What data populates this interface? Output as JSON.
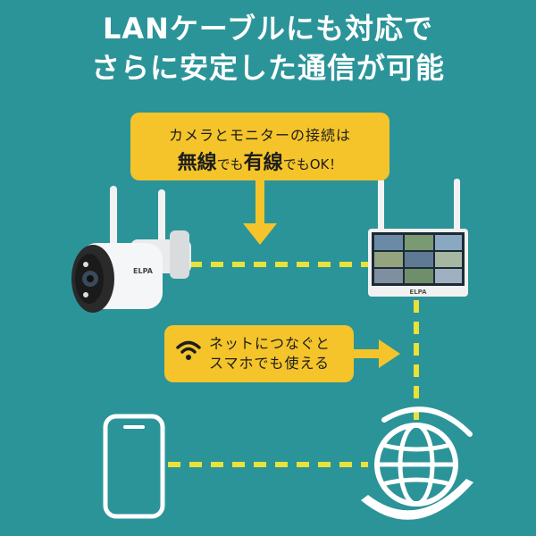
{
  "headline": {
    "line1": "LANケーブルにも対応で",
    "line2": "さらに安定した通信が可能"
  },
  "top_bubble": {
    "line1": "カメラとモニターの接続は",
    "word_wireless": "無線",
    "particle1": "でも",
    "word_wired": "有線",
    "particle2": "でもOK！"
  },
  "mid_bubble": {
    "line1": "ネットにつなぐと",
    "line2": "スマホでも使える"
  },
  "camera": {
    "brand": "ELPA"
  },
  "monitor": {
    "brand": "ELPA"
  },
  "icons": {
    "wifi": "wifi-icon",
    "phone": "smartphone-icon",
    "globe": "globe-icon"
  },
  "colors": {
    "background": "#2b9499",
    "accent_yellow": "#f4c42a",
    "dash_yellow": "#e8e23a",
    "white": "#ffffff"
  }
}
